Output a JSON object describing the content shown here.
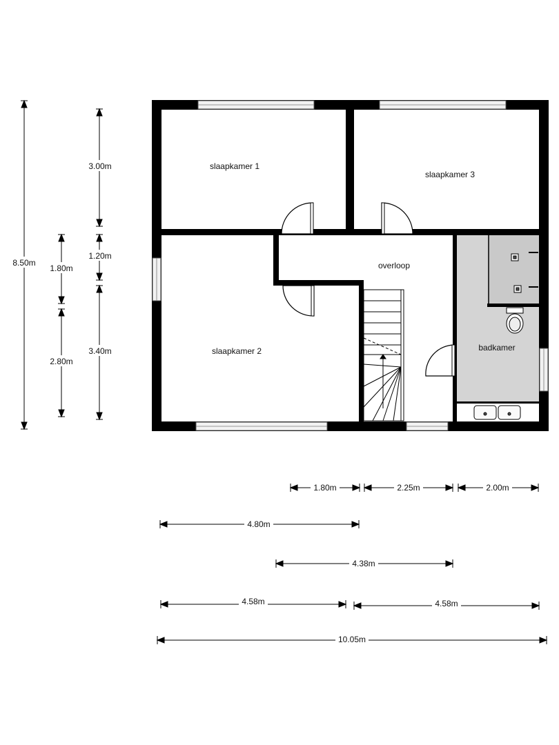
{
  "rooms": {
    "bedroom1": "slaapkamer 1",
    "bedroom3": "slaapkamer 3",
    "bedroom2": "slaapkamer 2",
    "landing": "overloop",
    "bathroom": "badkamer"
  },
  "dimensions": {
    "vertical": {
      "total": "8.50m",
      "bedroom1": "3.00m",
      "gap": "1.20m",
      "bedroom2": "3.40m",
      "left_upper": "1.80m",
      "left_lower": "2.80m"
    },
    "horizontal": {
      "stair": "1.80m",
      "landing": "2.25m",
      "bathroom": "2.00m",
      "bedroom2": "4.80m",
      "landing_total": "4.38m",
      "half_left": "4.58m",
      "half_right": "4.58m",
      "total": "10.05m"
    }
  },
  "colors": {
    "wall": "#000000",
    "bathroom_floor": "#d4d4d4",
    "window": "#e8e8e8"
  }
}
